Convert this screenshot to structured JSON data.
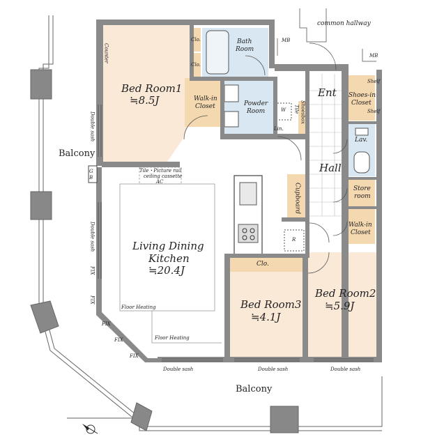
{
  "plan": {
    "common_hallway": "common hallway",
    "mb": "MB",
    "rooms": {
      "bedroom1": {
        "name": "Bed Room1",
        "area": "≒8.5J"
      },
      "ldk": {
        "name_line1": "Living Dining",
        "name_line2": "Kitchen",
        "area": "≒20.4J"
      },
      "bedroom2": {
        "name": "Bed Room2",
        "area": "≒5.9J"
      },
      "bedroom3": {
        "name": "Bed Room3",
        "area": "≒4.1J"
      }
    },
    "labels": {
      "bath_line1": "Bath",
      "bath_line2": "Room",
      "powder_line1": "Powder",
      "powder_line2": "Room",
      "walkin_line1": "Walk-in",
      "walkin_line2": "Closet",
      "clo": "Clo.",
      "lin": "Lin.",
      "w": "W",
      "r": "R",
      "ent": "Ent",
      "hall": "Hall",
      "lav": "Lav.",
      "shoes_line1": "Shoes-in",
      "shoes_line2": "Closet",
      "shelf": "Shelf",
      "shoesbox": "Shoesbox",
      "tile": "Tile",
      "store_line1": "Store",
      "store_line2": "room",
      "cupboard": "Cupboard",
      "counter": "Counter",
      "double_sash": "Double sash",
      "gb_line1": "G",
      "gb_line2": "B",
      "fix": "FIX",
      "floor_heating": "Floor Heating",
      "tile_note": "Tile・Picture rail",
      "cassette_note": "ceiling cassette",
      "ac": "AC",
      "balcony": "Balcony"
    }
  }
}
